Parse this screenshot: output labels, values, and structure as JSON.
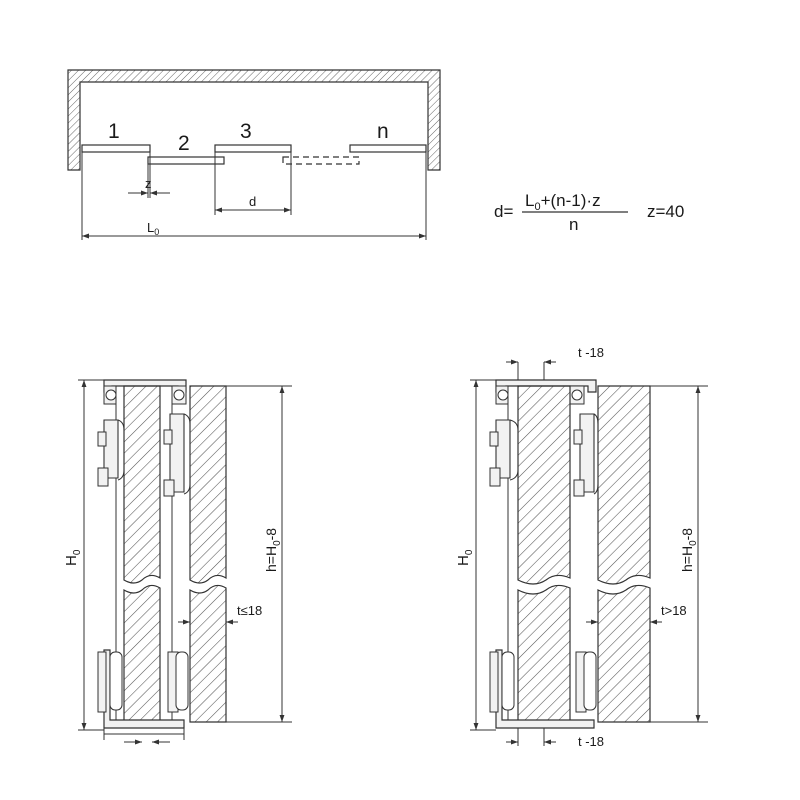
{
  "top_plan": {
    "panels": [
      "1",
      "2",
      "3",
      "n"
    ],
    "labels": {
      "z": "z",
      "d": "d",
      "L": "L",
      "L_sub": "0"
    }
  },
  "formula": {
    "prefix": "d=",
    "num_L": "L",
    "num_L_sub": "0",
    "num_rest": "+(n-1)·z",
    "den": "n",
    "z_value": "z=40"
  },
  "left_section": {
    "H": "H",
    "H_sub": "0",
    "h_prefix": "h=H",
    "h_sub": "0",
    "h_suffix": "-8",
    "t": "t≤18"
  },
  "right_section": {
    "H": "H",
    "H_sub": "0",
    "h_prefix": "h=H",
    "h_sub": "0",
    "h_suffix": "-8",
    "t": "t>18",
    "t_top": "t -18",
    "t_bottom": "t -18"
  },
  "colors": {
    "line": "#333333",
    "hatch": "#555555",
    "profile_fill": "#f2f2f2"
  }
}
